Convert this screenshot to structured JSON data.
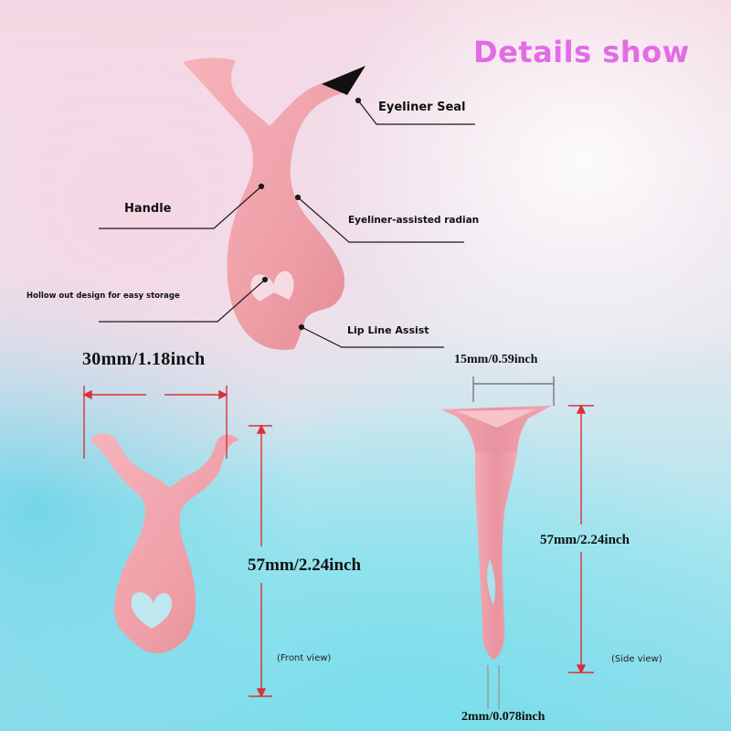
{
  "title": "Details show",
  "labels": {
    "eyeliner_seal": "Eyeliner Seal",
    "handle": "Handle",
    "eyeliner_radian": "Eyeliner-assisted radian",
    "hollow_out": "Hollow out design for easy storage",
    "lip_line": "Lip Line Assist"
  },
  "dimensions": {
    "width": "30mm/1.18inch",
    "thickness_top": "15mm/0.59inch",
    "length_front": "57mm/2.24inch",
    "length_side": "57mm/2.24inch",
    "thickness_bottom": "2mm/0.078inch"
  },
  "views": {
    "front": "(Front view)",
    "side": "(Side view)"
  },
  "colors": {
    "product": "#f1a3ab",
    "product_shade": "#de8a94",
    "title": "#e26be6",
    "dimension_line": "#d9303a",
    "tip": "#111111"
  }
}
